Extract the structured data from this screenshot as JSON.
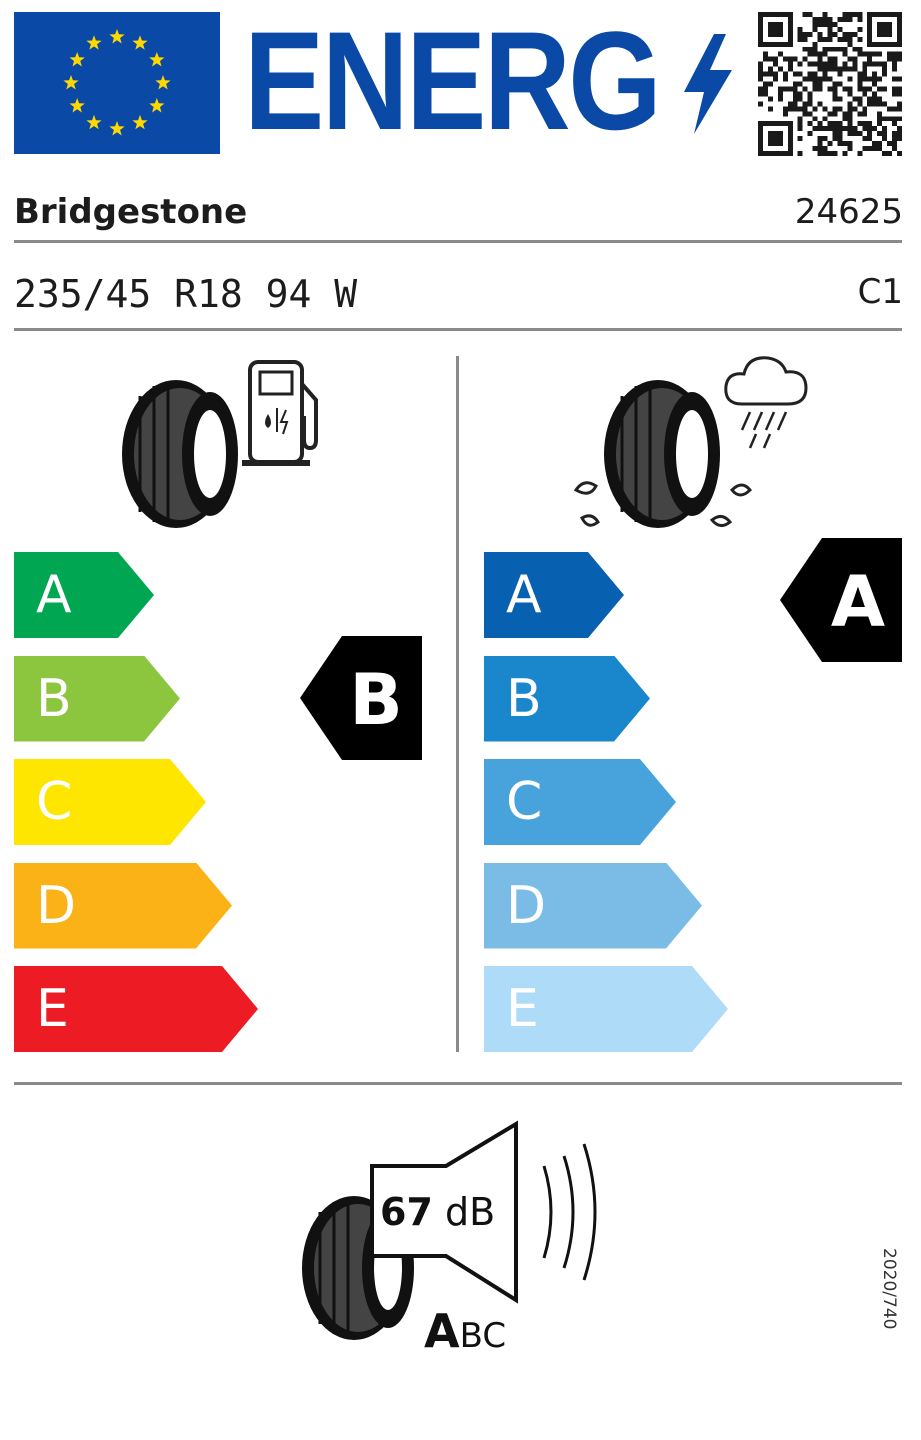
{
  "header": {
    "energy_word": "ENERG",
    "eu_flag_icon": "eu-flag-icon",
    "qr_icon": "qr-code-icon"
  },
  "product": {
    "brand": "Bridgestone",
    "article_number": "24625",
    "tyre_size": "235/45 R18 94 W",
    "tyre_class": "C1"
  },
  "fuel_efficiency": {
    "icon": "tyre-fuel-pump-icon",
    "classes": [
      "A",
      "B",
      "C",
      "D",
      "E"
    ],
    "colors": [
      "#00a651",
      "#8cc63f",
      "#ffe600",
      "#fbb216",
      "#ed1c24"
    ],
    "rating": "B"
  },
  "wet_grip": {
    "icon": "tyre-rain-cloud-icon",
    "classes": [
      "A",
      "B",
      "C",
      "D",
      "E"
    ],
    "colors": [
      "#0860b0",
      "#1a86cc",
      "#48a3dc",
      "#7bbce7",
      "#aedcf8"
    ],
    "rating": "A"
  },
  "noise": {
    "icon": "tyre-speaker-icon",
    "value": "67",
    "unit": "dB",
    "class_active": "A",
    "class_rest": "BC"
  },
  "regulation": "2020/740"
}
